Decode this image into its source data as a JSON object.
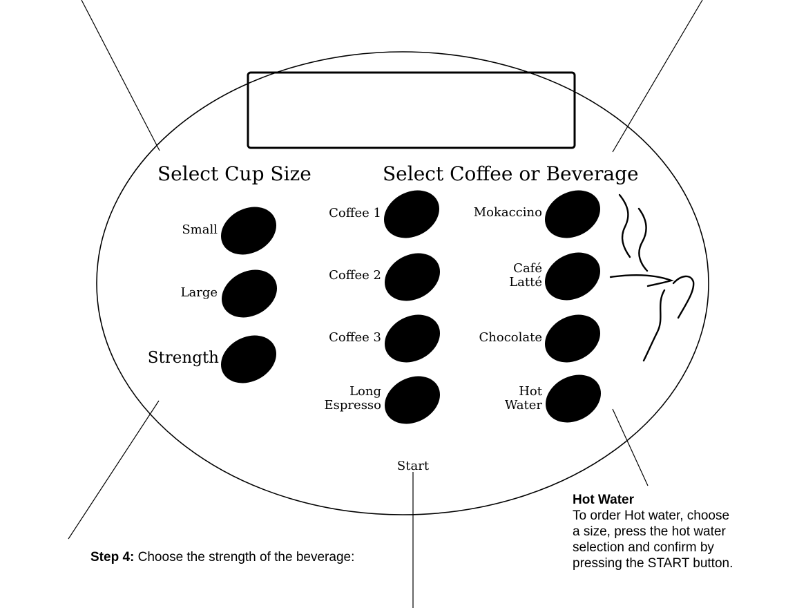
{
  "panel": {
    "heading_cup_size": "Select Cup Size",
    "heading_beverage": "Select Coffee or Beverage",
    "size_buttons": [
      {
        "label": "Small"
      },
      {
        "label": "Large"
      },
      {
        "label": "Strength"
      }
    ],
    "coffee_buttons": [
      {
        "label": "Coffee 1"
      },
      {
        "label": "Coffee 2"
      },
      {
        "label": "Coffee 3"
      },
      {
        "line1": "Long",
        "line2": "Espresso"
      }
    ],
    "beverage_buttons": [
      {
        "label": "Mokaccino"
      },
      {
        "line1": "Café",
        "line2": "Latté"
      },
      {
        "label": "Chocolate"
      },
      {
        "line1": "Hot",
        "line2": "Water"
      }
    ],
    "start_label": "Start",
    "icon": "steaming-cup-icon"
  },
  "notes": {
    "step4_title": "Step 4:",
    "step4_text": "Choose the strength of the beverage:",
    "hot_water_title": "Hot Water",
    "hot_water_lines": [
      "To order Hot water, choose",
      "a size, press the hot water",
      "selection and confirm by",
      "pressing the START button."
    ]
  },
  "colors": {
    "ink": "#000000",
    "background": "#ffffff"
  }
}
